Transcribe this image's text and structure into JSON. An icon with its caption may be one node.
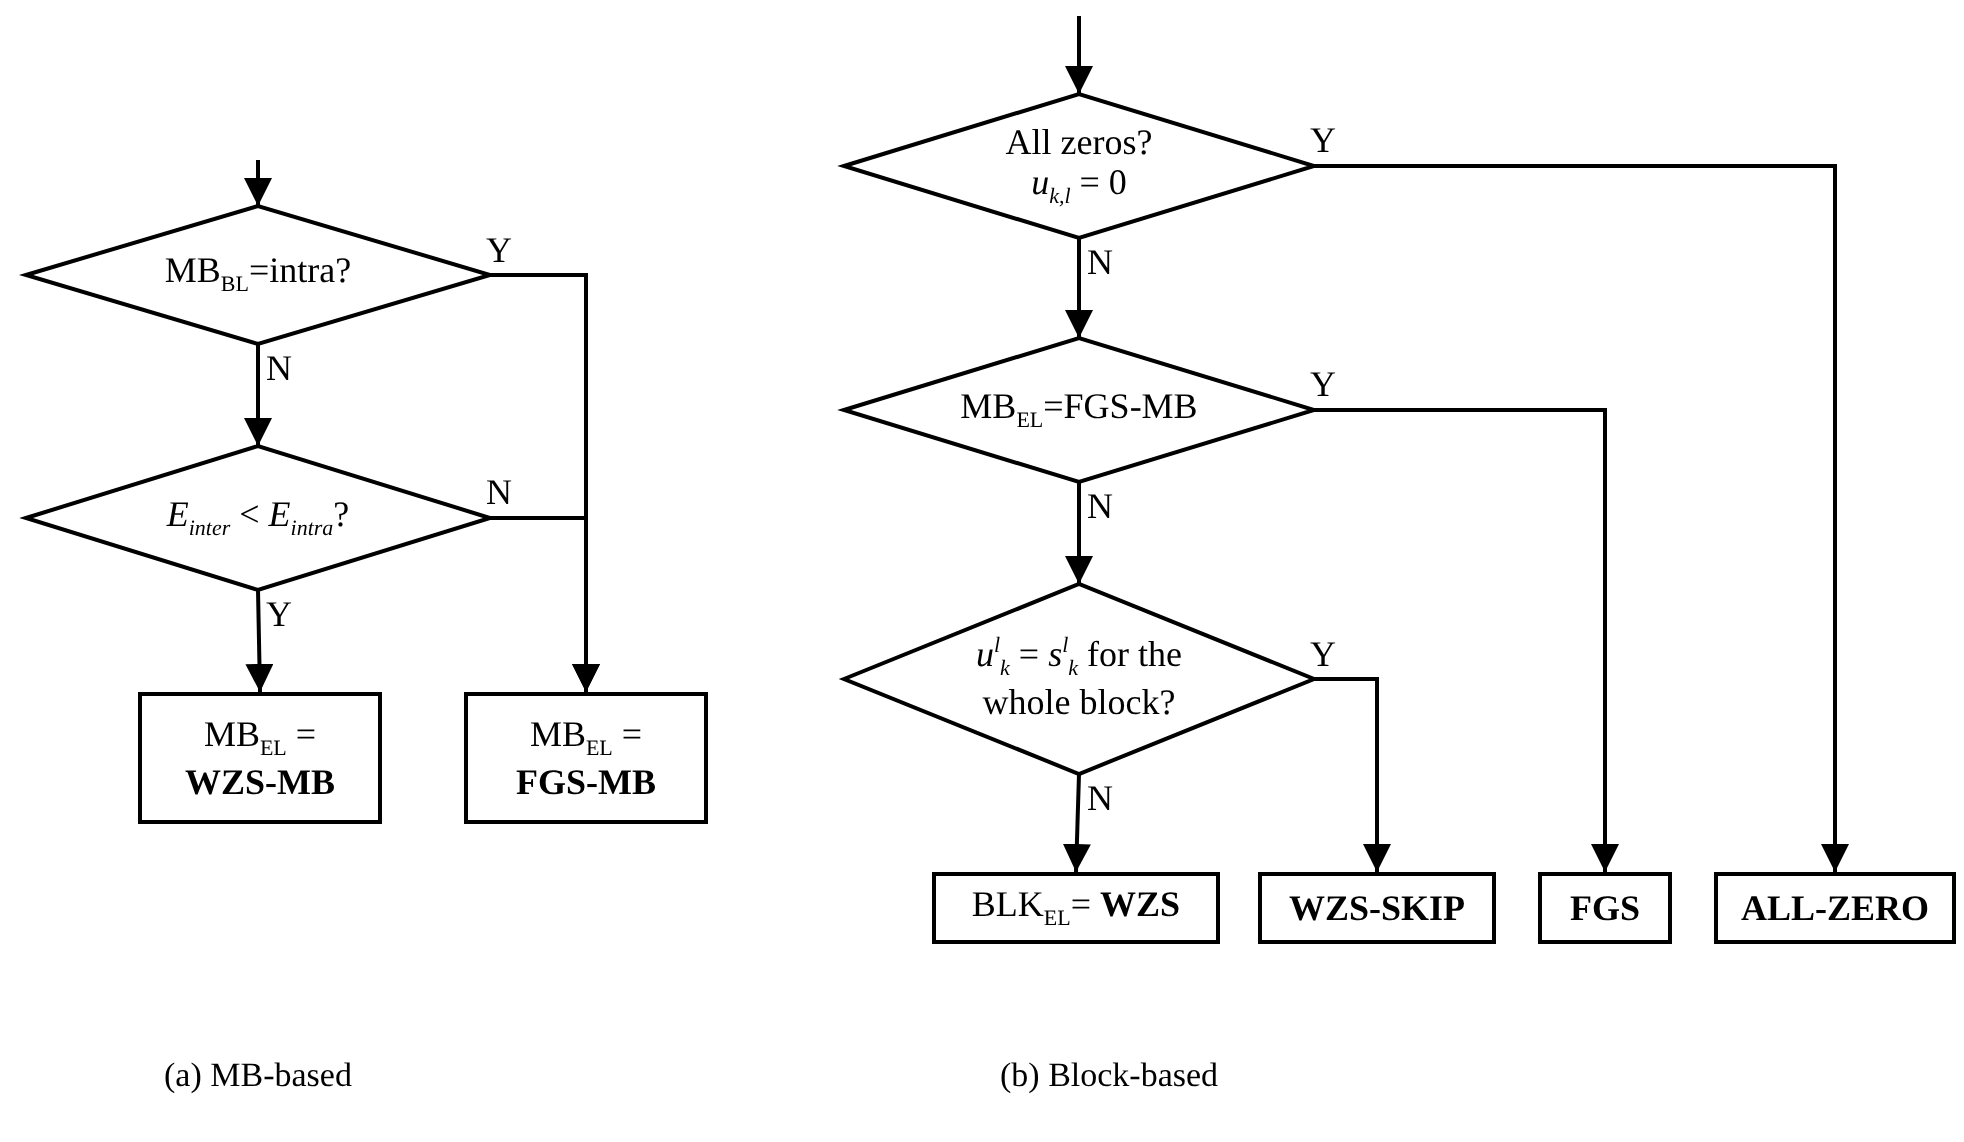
{
  "diagram": {
    "nodes": [
      {
        "text": [
          "MB$_{BL}$=intra?"
        ]
      },
      {
        "text": [
          "*E*$_{inter}$ < *E*$_{intra}$?"
        ]
      },
      {
        "text": [
          "MB$_{EL}$ = **WZS-MB**"
        ]
      },
      {
        "text": [
          "MB$_{EL}$ = **FGS-MB**"
        ]
      },
      {
        "text": [
          "All zeros?",
          "*u*$_{k,l}$ = 0"
        ]
      },
      {
        "text": [
          "MB$_{EL}$=FGS-MB"
        ]
      },
      {
        "text": [
          "*u*$^{l}$$_{k}$ = *s*$^{l}$$_{k}$ for the whole block?"
        ]
      },
      {
        "text": [
          "BLK$_{EL}$= **WZS**"
        ]
      },
      {
        "text": [
          "WZS-SKIP"
        ]
      },
      {
        "text": [
          "FGS"
        ]
      },
      {
        "text": [
          "ALL-ZERO"
        ]
      }
    ],
    "edges": [
      {
        "from": null,
        "to": 0,
        "arrow": "to"
      },
      {
        "from": 0,
        "to": 1,
        "arrow": "to",
        "label": "N"
      },
      {
        "from": 0,
        "to": 3,
        "arrow": "to",
        "label": "Y"
      },
      {
        "from": 1,
        "to": 2,
        "arrow": "to",
        "label": "Y"
      },
      {
        "from": 1,
        "to": 3,
        "arrow": "to",
        "label": "N"
      },
      {
        "from": null,
        "to": 4,
        "arrow": "to"
      },
      {
        "from": 4,
        "to": 5,
        "arrow": "to",
        "label": "N"
      },
      {
        "from": 4,
        "to": 10,
        "arrow": "to",
        "label": "Y"
      },
      {
        "from": 5,
        "to": 6,
        "arrow": "to",
        "label": "N"
      },
      {
        "from": 5,
        "to": 9,
        "arrow": "to",
        "label": "Y"
      },
      {
        "from": 6,
        "to": 7,
        "arrow": "to",
        "label": "N"
      },
      {
        "from": 6,
        "to": 8,
        "arrow": "to",
        "label": "Y"
      }
    ],
    "labels": [
      "(a) MB-based",
      "(b) Block-based"
    ]
  }
}
